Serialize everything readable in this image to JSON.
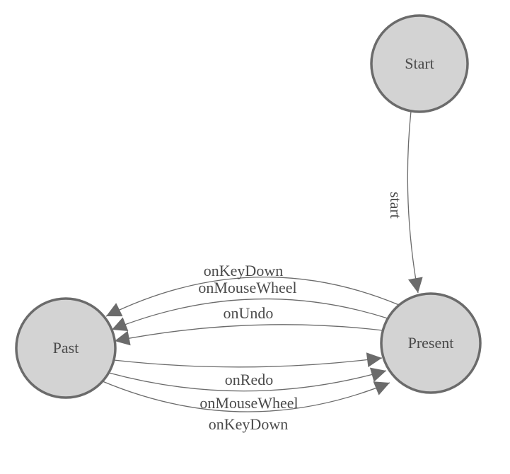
{
  "colors": {
    "background": "#ffffff",
    "node_fill": "#d3d3d3",
    "node_stroke": "#6b6b6b",
    "edge_stroke": "#6b6b6b",
    "arrow_fill": "#6b6b6b",
    "label_text": "#4a4a4a"
  },
  "nodes": [
    {
      "id": "start",
      "label": "Start"
    },
    {
      "id": "present",
      "label": "Present"
    },
    {
      "id": "past",
      "label": "Past"
    }
  ],
  "edges": [
    {
      "from": "Start",
      "to": "Present",
      "label": "start"
    },
    {
      "from": "Present",
      "to": "Past",
      "label": "onKeyDown"
    },
    {
      "from": "Present",
      "to": "Past",
      "label": "onMouseWheel"
    },
    {
      "from": "Present",
      "to": "Past",
      "label": "onUndo"
    },
    {
      "from": "Past",
      "to": "Present",
      "label": "onRedo"
    },
    {
      "from": "Past",
      "to": "Present",
      "label": "onMouseWheel"
    },
    {
      "from": "Past",
      "to": "Present",
      "label": "onKeyDown"
    }
  ]
}
